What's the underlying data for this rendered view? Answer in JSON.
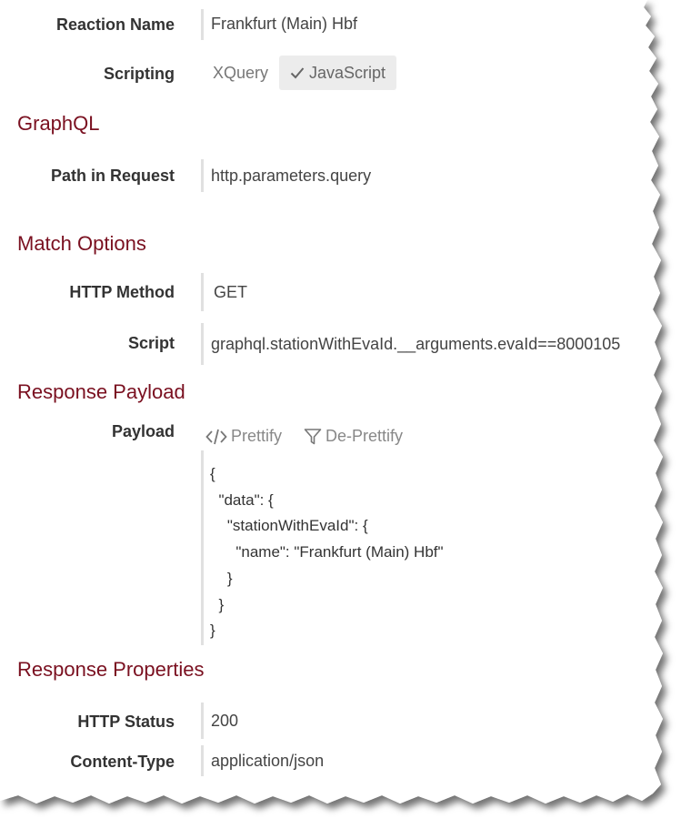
{
  "reaction": {
    "label": "Reaction Name",
    "value": "Frankfurt (Main) Hbf"
  },
  "scripting": {
    "label": "Scripting",
    "options": [
      "XQuery",
      "JavaScript"
    ],
    "selected": "JavaScript"
  },
  "graphql": {
    "title": "GraphQL",
    "path_label": "Path in Request",
    "path_value": "http.parameters.query"
  },
  "match": {
    "title": "Match Options",
    "method_label": "HTTP Method",
    "method_value": "GET",
    "script_label": "Script",
    "script_value": "graphql.stationWithEvaId.__arguments.evaId==8000105"
  },
  "response_payload": {
    "title": "Response Payload",
    "label": "Payload",
    "prettify_label": "Prettify",
    "deprettify_label": "De-Prettify",
    "body": "{\n  \"data\": {\n    \"stationWithEvaId\": {\n      \"name\": \"Frankfurt (Main) Hbf\"\n    }\n  }\n}"
  },
  "response_properties": {
    "title": "Response Properties",
    "status_label": "HTTP Status",
    "status_value": "200",
    "content_type_label": "Content-Type",
    "content_type_value": "application/json"
  },
  "colors": {
    "section_title": "#7a1020",
    "field_border": "#e0e0e0",
    "active_bg": "#ececec"
  }
}
